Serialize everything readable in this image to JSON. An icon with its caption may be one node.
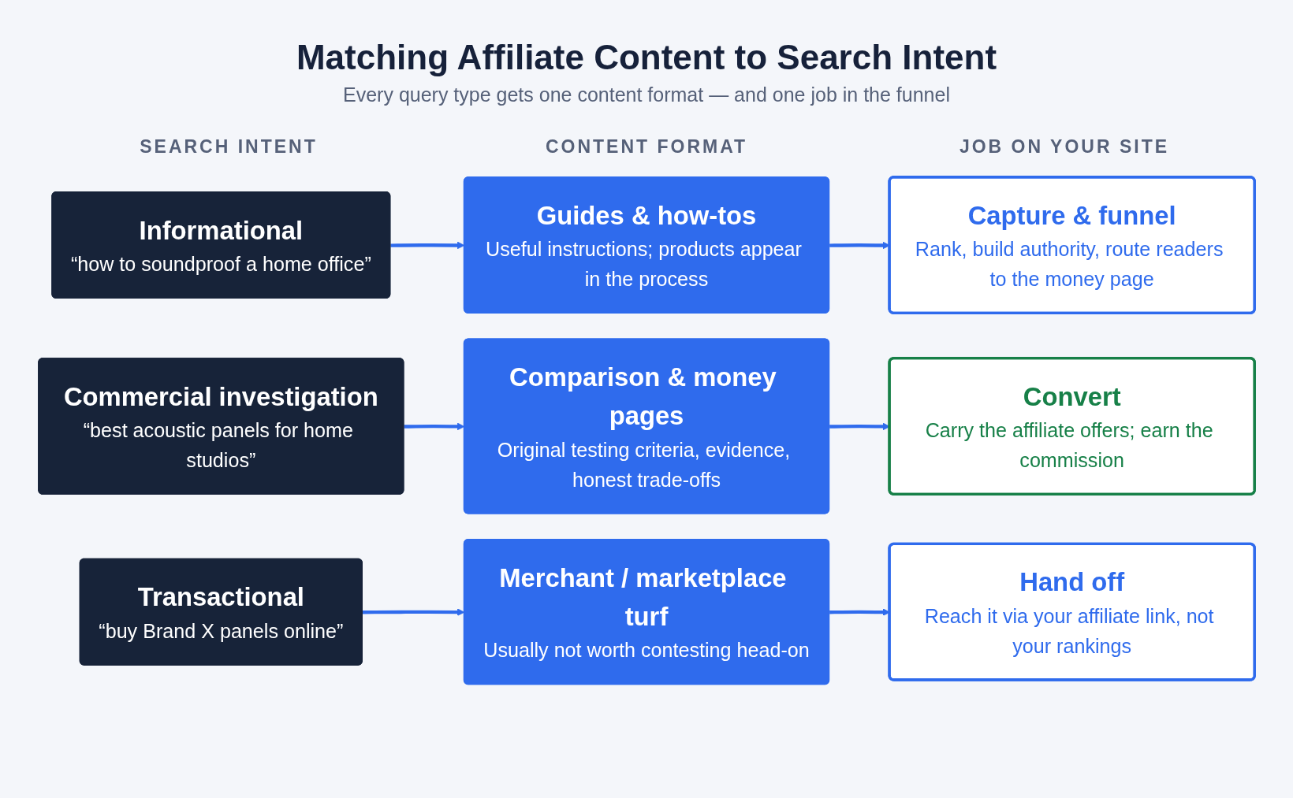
{
  "diagram": {
    "title": "Matching Affiliate Content to Search Intent",
    "nodes": [
      {
        "text": [
          "Informational",
          "“how to soundproof a home office”"
        ]
      },
      {
        "text": [
          "Guides & how-tos",
          "Useful instructions; products appear in the process"
        ]
      },
      {
        "text": [
          "Capture & funnel",
          "Rank, build authority, route readers to the money page"
        ]
      },
      {
        "text": [
          "Commercial investigation",
          "“best acoustic panels for home studios”"
        ]
      },
      {
        "text": [
          "Comparison & money pages",
          "Original testing criteria, evidence, honest trade-offs"
        ]
      },
      {
        "text": [
          "Convert",
          "Carry the affiliate offers; earn the commission"
        ]
      },
      {
        "text": [
          "Transactional",
          "“buy Brand X panels online”"
        ]
      },
      {
        "text": [
          "Merchant / marketplace turf",
          "Usually not worth contesting head-on"
        ]
      },
      {
        "text": [
          "Hand off",
          "Reach it via your affiliate link, not your rankings"
        ]
      }
    ],
    "edges": [
      {
        "from": 0,
        "to": 1,
        "arrow": "to"
      },
      {
        "from": 1,
        "to": 2,
        "arrow": "to"
      },
      {
        "from": 3,
        "to": 4,
        "arrow": "to"
      },
      {
        "from": 4,
        "to": 5,
        "arrow": "to"
      },
      {
        "from": 6,
        "to": 7,
        "arrow": "to"
      },
      {
        "from": 7,
        "to": 8,
        "arrow": "to"
      }
    ],
    "labels": [
      "Every query type gets one content format — and one job in the funnel",
      "SEARCH INTENT",
      "CONTENT FORMAT",
      "JOB ON YOUR SITE"
    ]
  }
}
